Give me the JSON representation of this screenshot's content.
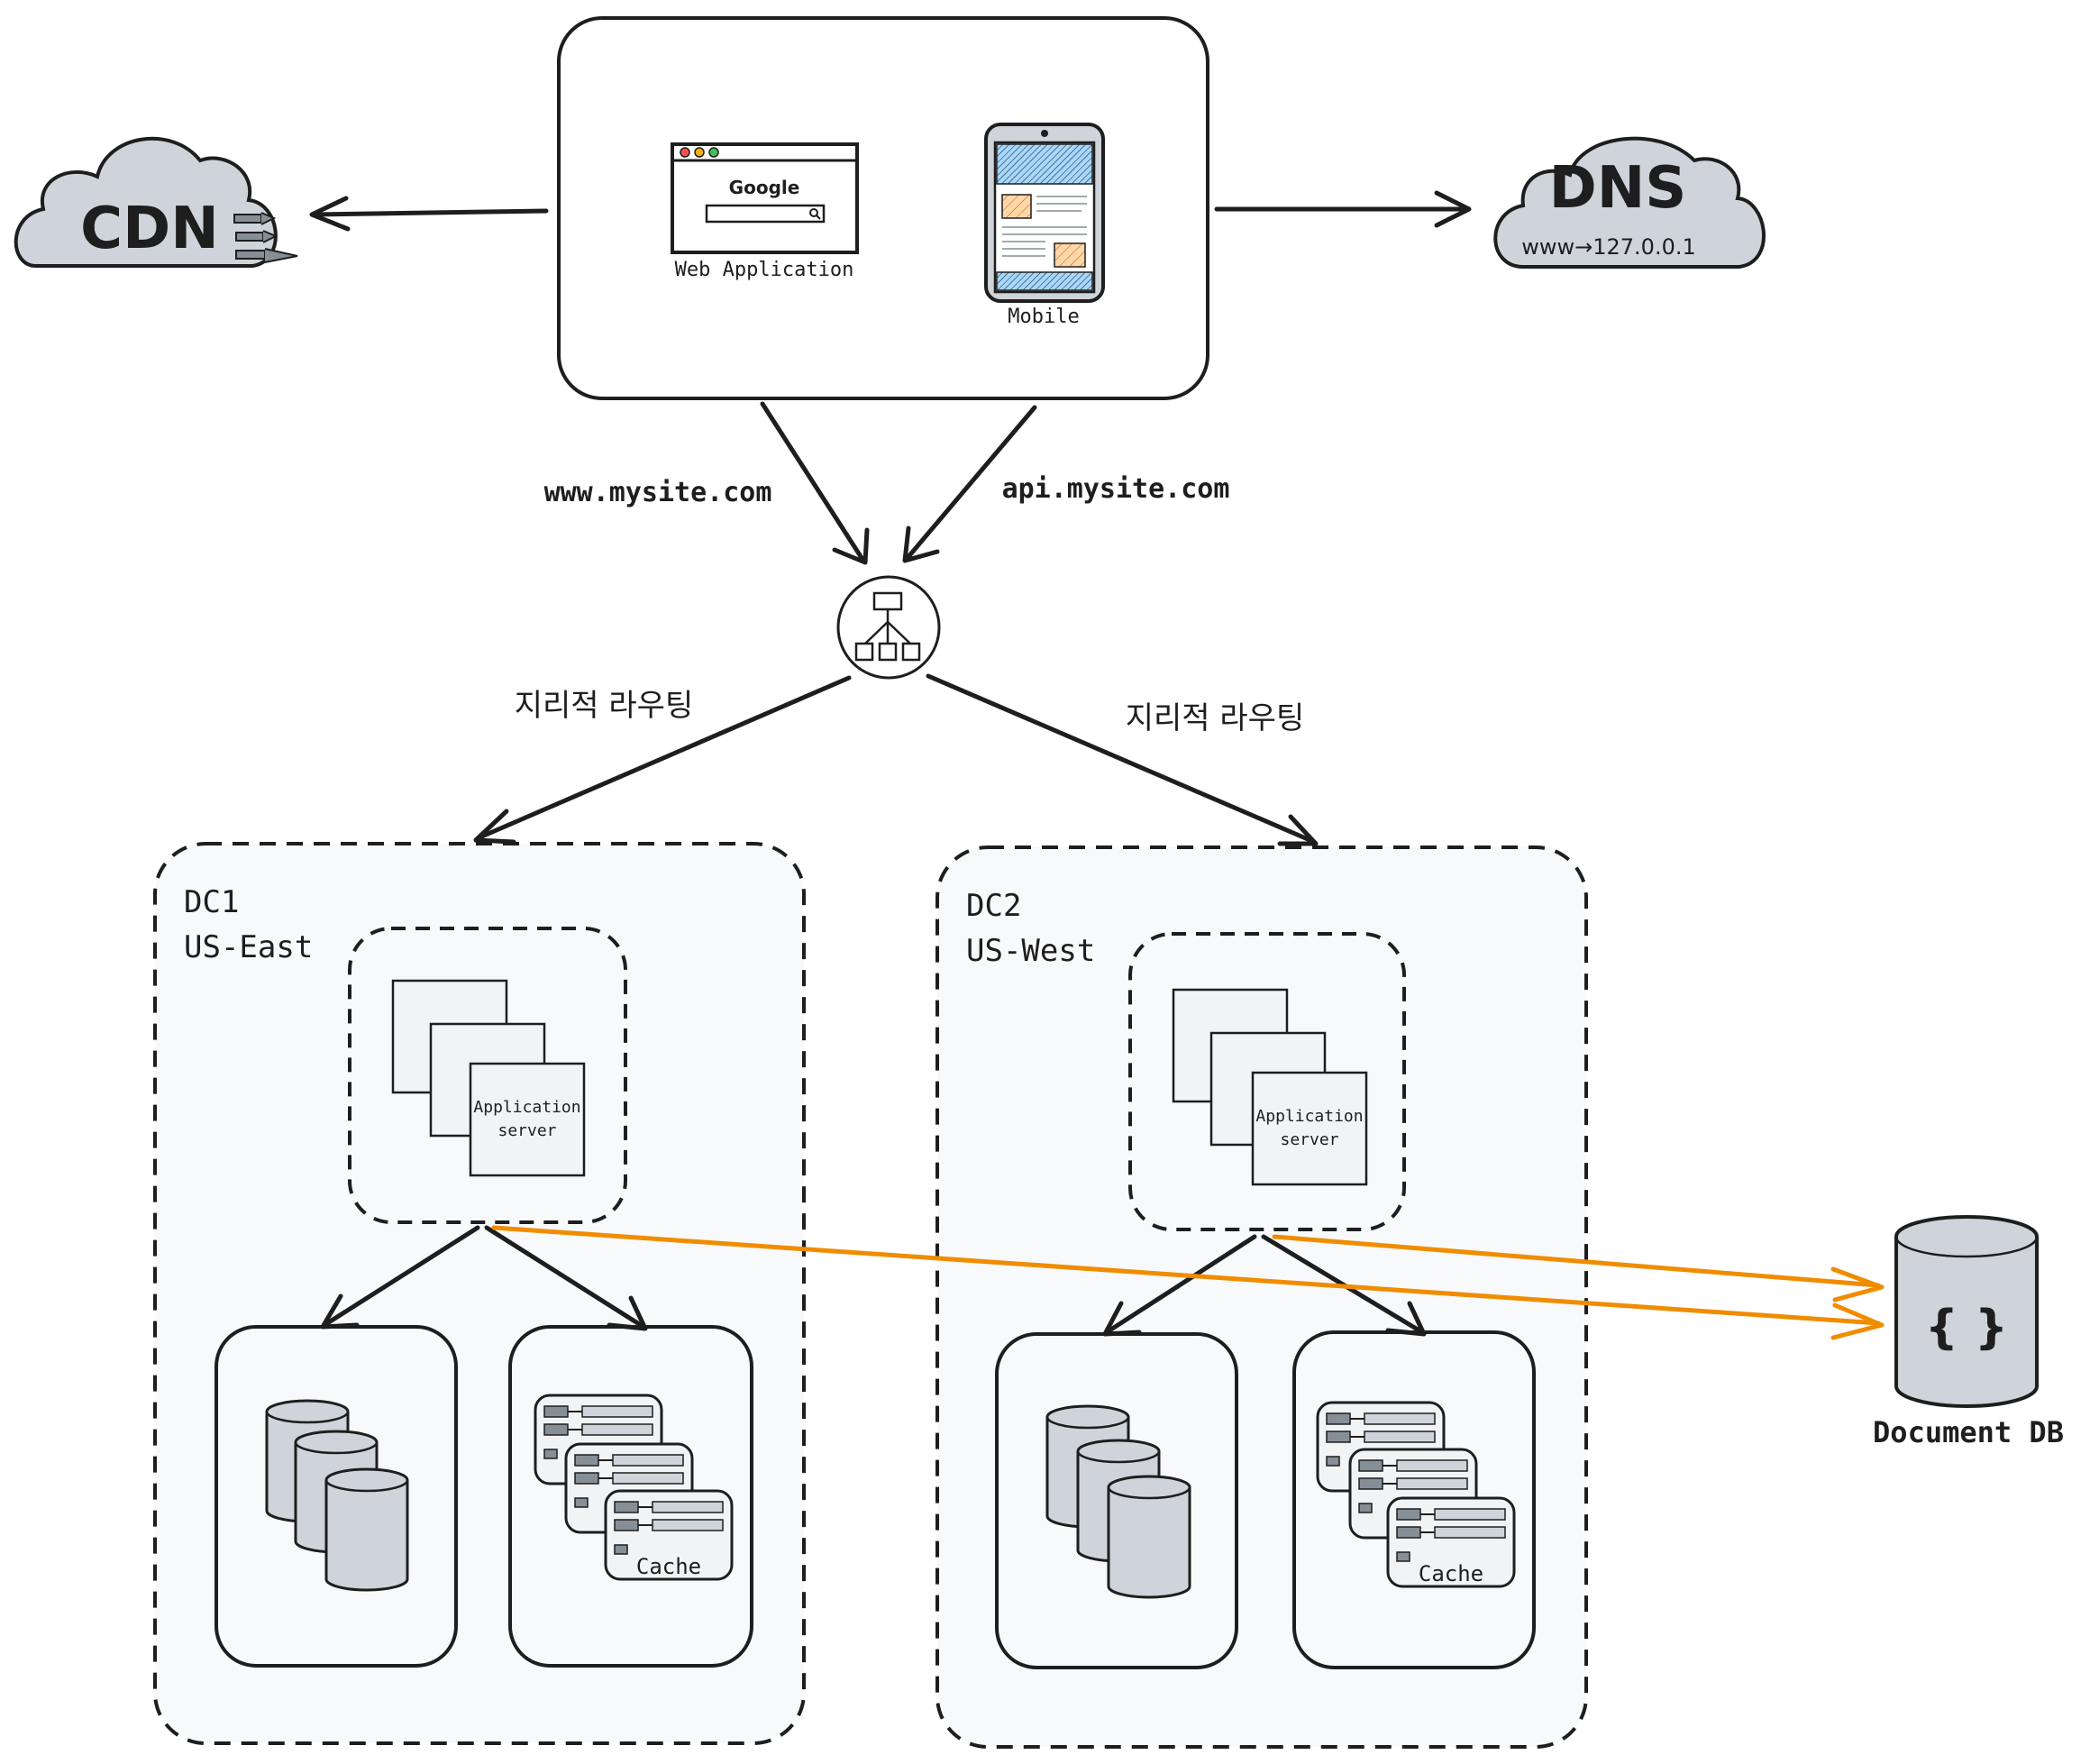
{
  "nodes": {
    "cdn": {
      "label": "CDN"
    },
    "dns": {
      "label": "DNS",
      "mapping": "www→127.0.0.1"
    },
    "web_app": {
      "label": "Web Application",
      "logo": "Google"
    },
    "mobile": {
      "label": "Mobile"
    },
    "dc1": {
      "name": "DC1",
      "region": "US-East"
    },
    "dc2": {
      "name": "DC2",
      "region": "US-West"
    },
    "app_server": {
      "line1": "Application",
      "line2": "server"
    },
    "cache": {
      "label": "Cache"
    },
    "document_db": {
      "label": "Document DB",
      "icon": "{ }"
    }
  },
  "edges": {
    "web_label": "www.mysite.com",
    "api_label": "api.mysite.com",
    "geo_left": "지리적 라우팅",
    "geo_right": "지리적 라우팅"
  },
  "colors": {
    "stroke": "#1e1e1e",
    "fill_gray": "#ced4da",
    "dc_background": "#f8f9fa",
    "replication_arrow": "#f08c00",
    "google_blue": "#4285f4",
    "google_red": "#ea4335",
    "google_yellow": "#fbbc05",
    "google_green": "#34a853",
    "mobile_screen": "#a5d8ff",
    "mobile_card": "#ffd8a8"
  }
}
